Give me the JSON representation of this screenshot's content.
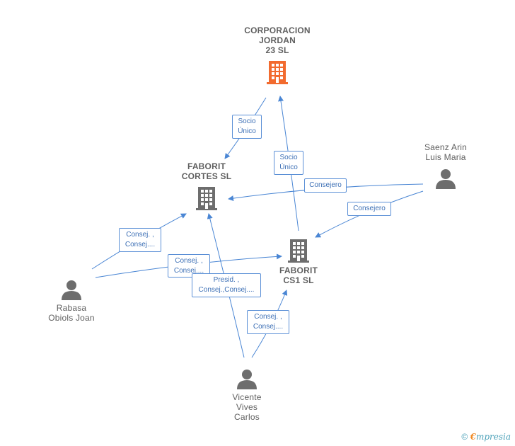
{
  "colors": {
    "edge": "#4a86d4",
    "company": "#6d6d6d",
    "company_main": "#f26b2f",
    "person": "#6d6d6d"
  },
  "nodes": {
    "corporacion": {
      "name": "CORPORACION\nJORDAN\n23 SL",
      "icon": "building-icon"
    },
    "cortes": {
      "name": "FABORIT\nCORTES SL",
      "icon": "building-icon"
    },
    "cs1": {
      "name": "FABORIT\nCS1 SL",
      "icon": "building-icon"
    },
    "saenz": {
      "name": "Saenz Arin\nLuis Maria",
      "icon": "person-icon"
    },
    "rabasa": {
      "name": "Rabasa\nObiols Joan",
      "icon": "person-icon"
    },
    "vicente": {
      "name": "Vicente\nVives\nCarlos",
      "icon": "person-icon"
    }
  },
  "relations": {
    "corp_to_cortes": "Socio\nÚnico",
    "cs1_to_corp": "Socio\nÚnico",
    "saenz_to_cortes": "Consejero",
    "saenz_to_cs1": "Consejero",
    "rabasa_to_cortes": "Consej. ,\nConsej....",
    "rabasa_to_cs1": "Consej. ,\nConsej....",
    "vicente_to_cortes": "Presid. ,\nConsej.,Consej....",
    "vicente_to_cs1": "Consej. ,\nConsej...."
  },
  "footer": {
    "copyright": "©",
    "brand_first": "€",
    "brand_rest": "mpresia"
  }
}
